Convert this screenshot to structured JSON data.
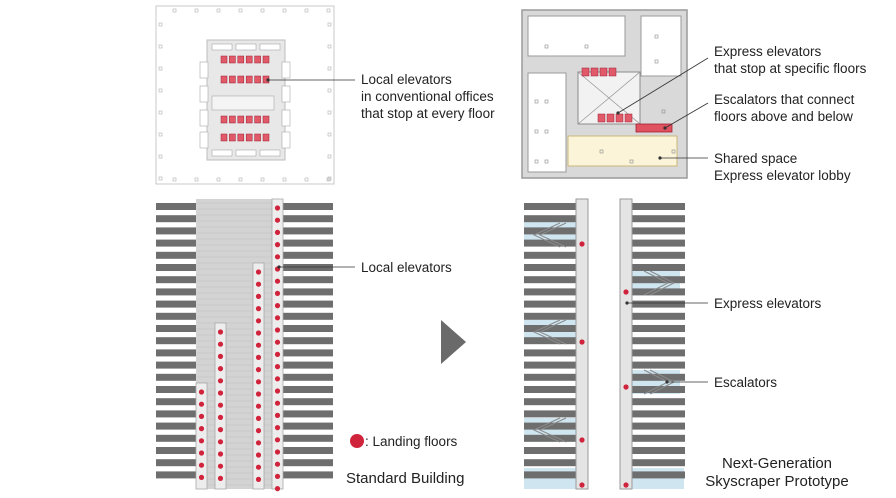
{
  "annotations": {
    "local_elevators_conventional": [
      "Local elevators",
      "in conventional offices",
      "that stop at every floor"
    ],
    "express_elevators_specific": [
      "Express elevators",
      "that stop at specific floors"
    ],
    "escalators_connect": [
      "Escalators that connect",
      "floors above and below"
    ],
    "shared_space": [
      "Shared space",
      "Express elevator lobby"
    ],
    "local_elevators": "Local elevators",
    "express_elevators": "Express elevators",
    "escalators": "Escalators",
    "landing_floors": ": Landing floors"
  },
  "titles": {
    "standard_building": "Standard Building",
    "next_generation": [
      "Next-Generation",
      "Skyscraper Prototype"
    ]
  },
  "colors": {
    "floor_slab": "#6e6e6e",
    "core": "#cfcfcf",
    "shaft": "#ededed",
    "landing_dot": "#d0243c",
    "escalator_zone": "#cfe6f1",
    "shared_space": "#fbf4d9",
    "arrow": "#6a6a6a"
  }
}
